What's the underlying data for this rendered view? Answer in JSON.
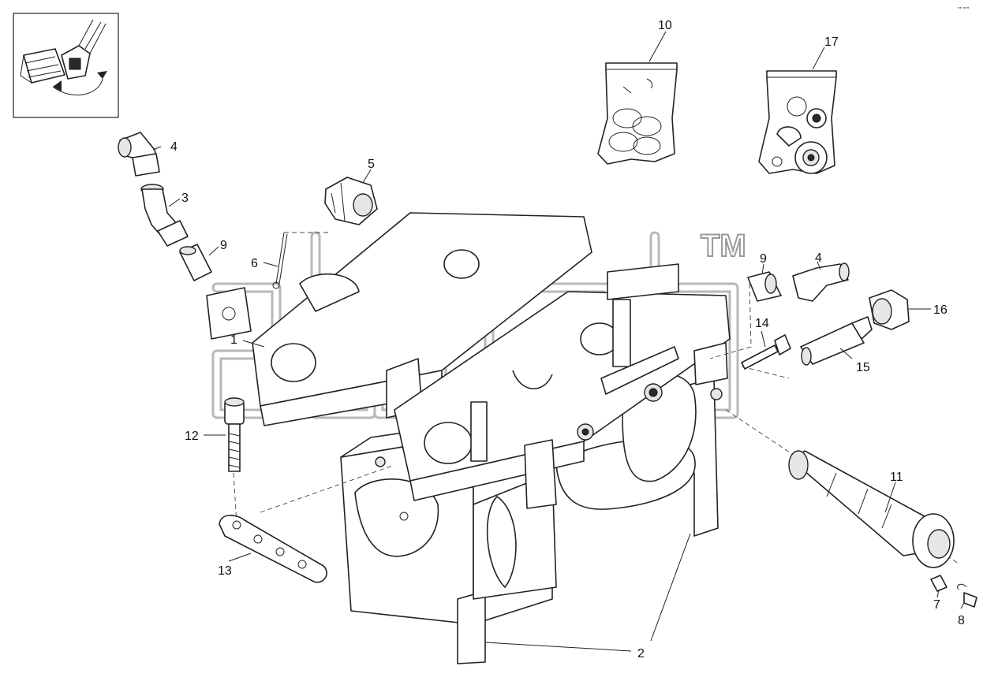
{
  "labels": {
    "p1": "1",
    "p2": "2",
    "p3": "3",
    "p4a": "4",
    "p4b": "4",
    "p5": "5",
    "p6": "6",
    "p7": "7",
    "p8": "8",
    "p9a": "9",
    "p9b": "9",
    "p10": "10",
    "p11": "11",
    "p12": "12",
    "p13": "13",
    "p14": "14",
    "p15": "15",
    "p16": "16",
    "p17": "17"
  },
  "watermark": {
    "text": "diala",
    "trademark": "TM"
  },
  "corner_mark": "▪▪ ▪▪▪"
}
